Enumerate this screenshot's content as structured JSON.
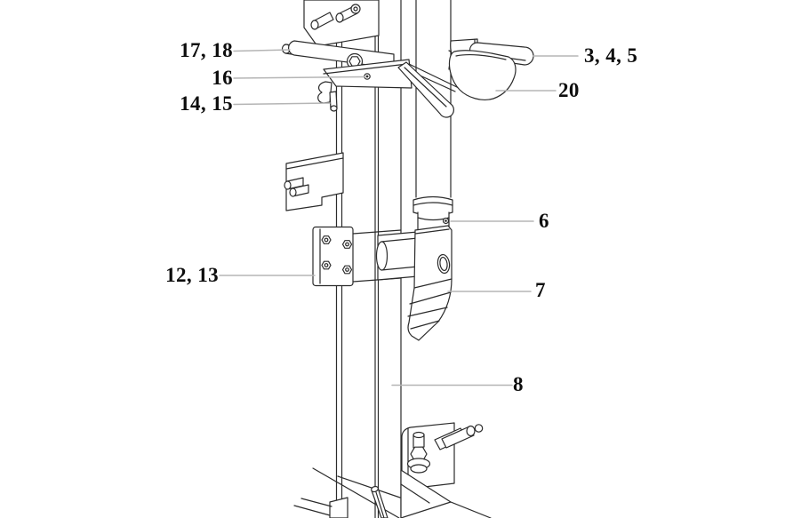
{
  "figure": {
    "kind": "parts-diagram",
    "background_color": "#ffffff",
    "line_color": "#2b2b2b",
    "leader_line_color": "#b5b5b5",
    "label_color": "#0d0d0d"
  },
  "callouts": [
    {
      "text": "17, 18",
      "side": "left",
      "points_to": "pivot-pin-on-lever-bar"
    },
    {
      "text": "16",
      "side": "left",
      "points_to": "bolt-on-pivot-plate"
    },
    {
      "text": "14, 15",
      "side": "left",
      "points_to": "latch-hook"
    },
    {
      "text": "12, 13",
      "side": "left",
      "points_to": "clamp-bracket-bolts"
    },
    {
      "text": "3, 4, 5",
      "side": "right",
      "points_to": "handle-grip"
    },
    {
      "text": "20",
      "side": "right",
      "points_to": "handle-guard"
    },
    {
      "text": "6",
      "side": "right",
      "points_to": "ram-collar-hole"
    },
    {
      "text": "7",
      "side": "right",
      "points_to": "splitting-wedge"
    },
    {
      "text": "8",
      "side": "right",
      "points_to": "column-beam"
    }
  ]
}
